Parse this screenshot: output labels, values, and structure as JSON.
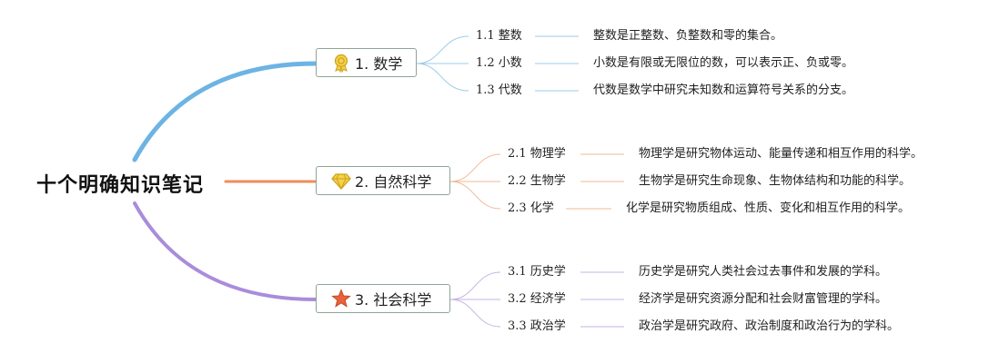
{
  "root": {
    "title": "十个明确知识笔记"
  },
  "branches": [
    {
      "label": "1. 数学",
      "color": "#6cb4e4",
      "icon": "medal-icon",
      "leaves": [
        {
          "label": "1.1 整数",
          "desc": "整数是正整数、负整数和零的集合。"
        },
        {
          "label": "1.2 小数",
          "desc": "小数是有限或无限位的数，可以表示正、负或零。"
        },
        {
          "label": "1.3 代数",
          "desc": "代数是数学中研究未知数和运算符号关系的分支。"
        }
      ]
    },
    {
      "label": "2. 自然科学",
      "color": "#f08c5a",
      "icon": "diamond-icon",
      "leaves": [
        {
          "label": "2.1 物理学",
          "desc": "物理学是研究物体运动、能量传递和相互作用的科学。"
        },
        {
          "label": "2.2 生物学",
          "desc": "生物学是研究生命现象、生物体结构和功能的科学。"
        },
        {
          "label": "2.3 化学",
          "desc": "化学是研究物质组成、性质、变化和相互作用的科学。"
        }
      ]
    },
    {
      "label": "3. 社会科学",
      "color": "#a98ddb",
      "icon": "star-icon",
      "leaves": [
        {
          "label": "3.1 历史学",
          "desc": "历史学是研究人类社会过去事件和发展的学科。"
        },
        {
          "label": "3.2 经济学",
          "desc": "经济学是研究资源分配和社会财富管理的学科。"
        },
        {
          "label": "3.3 政治学",
          "desc": "政治学是研究政府、政治制度和政治行为的学科。"
        }
      ]
    }
  ]
}
